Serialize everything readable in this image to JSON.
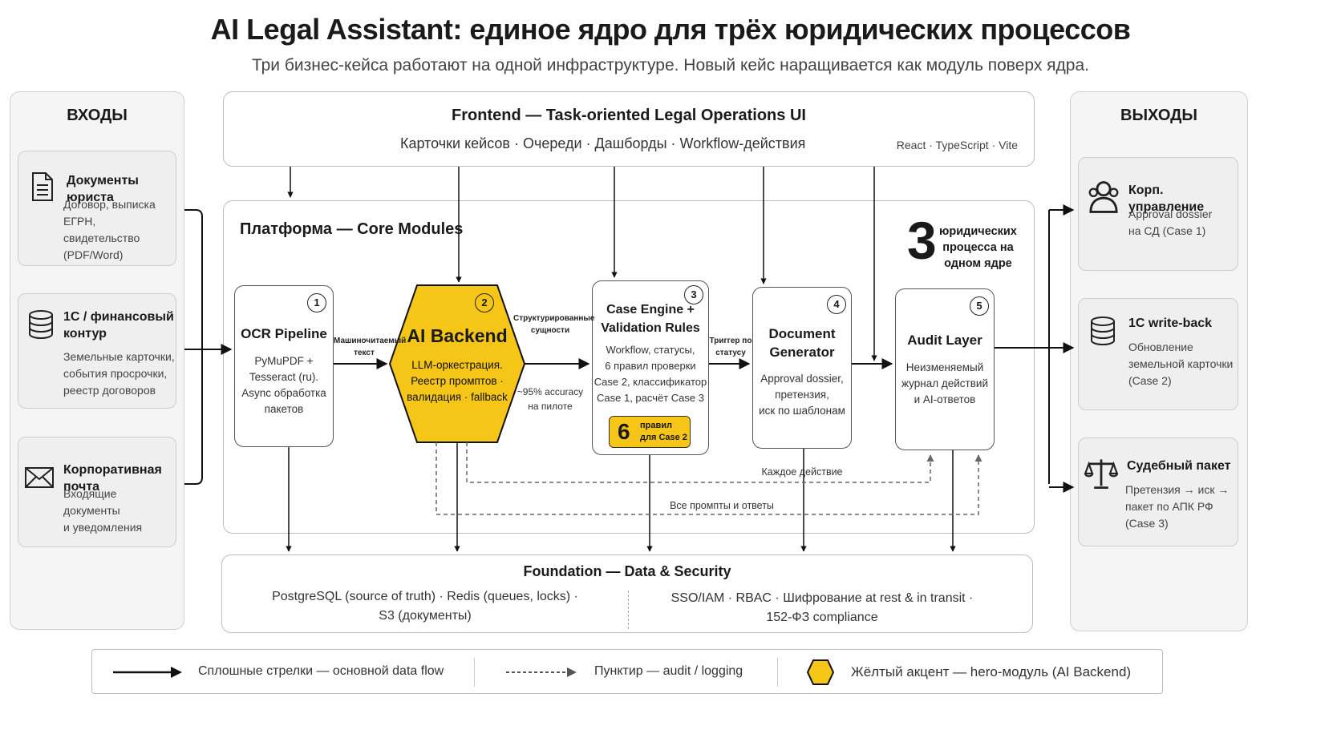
{
  "title": "AI Legal Assistant: единое ядро для трёх юридических процессов",
  "subtitle": "Три бизнес-кейса работают на одной инфраструктуре. Новый кейс наращивается как модуль поверх ядра.",
  "inputs": {
    "title": "ВХОДЫ",
    "cards": [
      {
        "icon": "document-icon",
        "title": "Документы юриста",
        "lines": [
          "Договор, выписка ЕГРН,",
          "свидетельство",
          "(PDF/Word)"
        ]
      },
      {
        "icon": "database-icon",
        "title_lines": [
          "1С / финансовый",
          "контур"
        ],
        "lines": [
          "Земельные карточки,",
          "события просрочки,",
          "реестр договоров"
        ]
      },
      {
        "icon": "mail-icon",
        "title": "Корпоративная почта",
        "lines": [
          "Входящие документы",
          "и уведомления"
        ]
      }
    ]
  },
  "outputs": {
    "title": "ВЫХОДЫ",
    "cards": [
      {
        "icon": "users-icon",
        "title": "Корп. управление",
        "lines": [
          "Approval dossier",
          "на СД (Case 1)"
        ]
      },
      {
        "icon": "database-icon",
        "title": "1С write-back",
        "lines": [
          "Обновление",
          "земельной карточки",
          "(Case 2)"
        ]
      },
      {
        "icon": "scales-icon",
        "title": "Судебный пакет",
        "lines": [
          "Претензия → иск →",
          "пакет по АПК РФ",
          "(Case 3)"
        ]
      }
    ]
  },
  "frontend": {
    "title": "Frontend — Task-oriented Legal Operations UI",
    "items": "Карточки кейсов · Очереди · Дашборды · Workflow-действия",
    "stack": "React · TypeScript · Vite"
  },
  "platform": {
    "title": "Платформа — Core Modules",
    "stat_number": "3",
    "stat_lines": [
      "юридических",
      "процесса на",
      "одном ядре"
    ]
  },
  "modules": [
    {
      "num": "1",
      "title_lines": [
        "OCR Pipeline"
      ],
      "lines": [
        "PyMuPDF +",
        "Tesseract (ru).",
        "Async обработка",
        "пакетов"
      ]
    },
    {
      "num": "2",
      "title_lines": [
        "AI Backend"
      ],
      "lines": [
        "LLM-оркестрация.",
        "Реестр промптов ·",
        "валидация · fallback"
      ]
    },
    {
      "num": "3",
      "title_lines": [
        "Case Engine +",
        "Validation Rules"
      ],
      "lines": [
        "Workflow, статусы,",
        "6 правил проверки",
        "Case 2, классификатор",
        "Case 1, расчёт Case 3"
      ],
      "badge_number": "6",
      "badge_lines": [
        "правил",
        "для Case 2"
      ]
    },
    {
      "num": "4",
      "title_lines": [
        "Document",
        "Generator"
      ],
      "lines": [
        "Approval dossier,",
        "претензия,",
        "иск по шаблонам"
      ]
    },
    {
      "num": "5",
      "title_lines": [
        "Audit Layer"
      ],
      "lines": [
        "Неизменяемый",
        "журнал действий",
        "и AI-ответов"
      ]
    }
  ],
  "flow_labels": {
    "ocr_to_ai": [
      "Машиночитаемый",
      "текст"
    ],
    "ai_to_case": [
      "Структурированные",
      "сущности"
    ],
    "accuracy": [
      "~95% accuracy",
      "на пилоте"
    ],
    "case_to_doc": [
      "Триггер по",
      "статусу"
    ],
    "every_action": "Каждое действие",
    "all_prompts": "Все промпты и ответы"
  },
  "foundation": {
    "title": "Foundation — Data & Security",
    "left_lines": [
      "PostgreSQL (source of truth) · Redis (queues, locks) ·",
      "S3 (документы)"
    ],
    "right_lines": [
      "SSO/IAM · RBAC · Шифрование at rest & in transit ·",
      "152-ФЗ compliance"
    ]
  },
  "legend": {
    "solid": "Сплошные стрелки — основной data flow",
    "dashed": "Пунктир — audit / logging",
    "yellow": "Жёлтый акцент — hero-модуль (AI Backend)"
  },
  "colors": {
    "accent": "#f5c518",
    "line": "#111111",
    "dashed": "#666666"
  }
}
